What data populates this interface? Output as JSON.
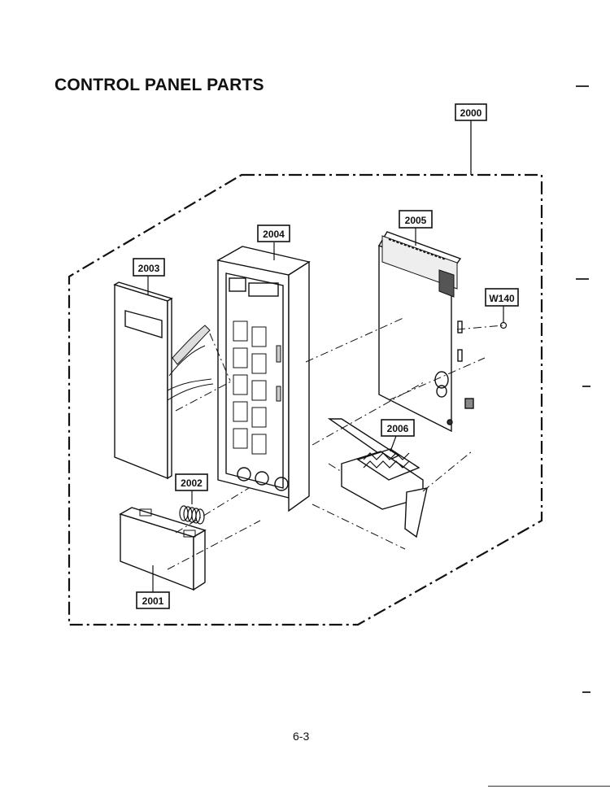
{
  "page": {
    "title": "CONTROL PANEL PARTS",
    "page_number": "6-3"
  },
  "parts": [
    {
      "id": "assembly",
      "label": "2000"
    },
    {
      "id": "frame",
      "label": "2004"
    },
    {
      "id": "pcb",
      "label": "2005"
    },
    {
      "id": "panel-sheet",
      "label": "2003"
    },
    {
      "id": "screw",
      "label": "W140"
    },
    {
      "id": "latch-lever",
      "label": "2006"
    },
    {
      "id": "spring",
      "label": "2002"
    },
    {
      "id": "door-button",
      "label": "2001"
    }
  ]
}
